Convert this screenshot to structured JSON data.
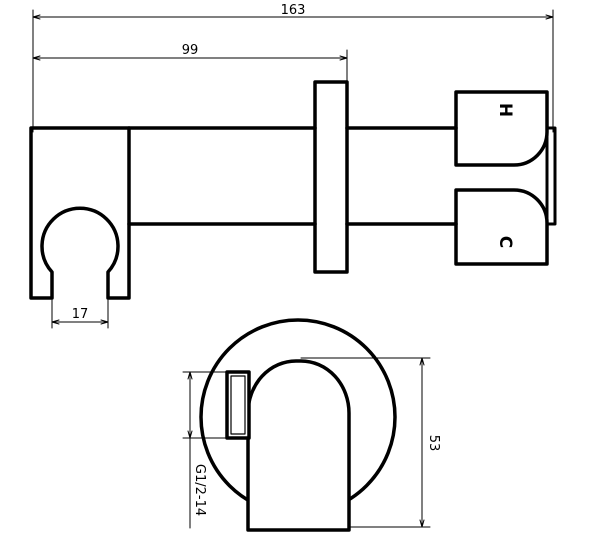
{
  "dimensions": {
    "overall_length": "163",
    "centre_to_wall": "99",
    "holder_opening": "17",
    "body_height": "53",
    "thread_spec": "G1/2-14"
  },
  "handle_marks": {
    "hot": "H",
    "cold": "C"
  },
  "colors": {
    "line": "#000000",
    "background": "#ffffff"
  }
}
